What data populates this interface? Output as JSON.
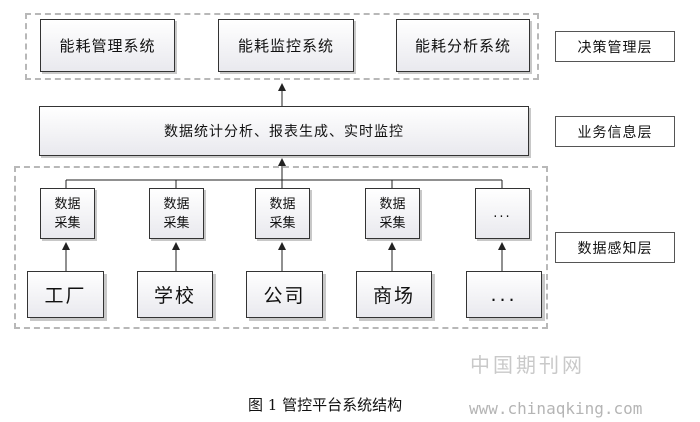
{
  "decision_layer": {
    "boxes": [
      "能耗管理系统",
      "能耗监控系统",
      "能耗分析系统"
    ],
    "label": "决策管理层"
  },
  "business_layer": {
    "box": "数据统计分析、报表生成、实时监控",
    "label": "业务信息层"
  },
  "sensing_layer": {
    "collectors": [
      "数据\n采集",
      "数据\n采集",
      "数据\n采集",
      "数据\n采集",
      "..."
    ],
    "sources": [
      "工厂",
      "学校",
      "公司",
      "商场",
      "..."
    ],
    "label": "数据感知层"
  },
  "caption": "图 1 管控平台系统结构",
  "watermark": {
    "cn": "中国期刊网",
    "url": "www.chinaqking.com"
  }
}
